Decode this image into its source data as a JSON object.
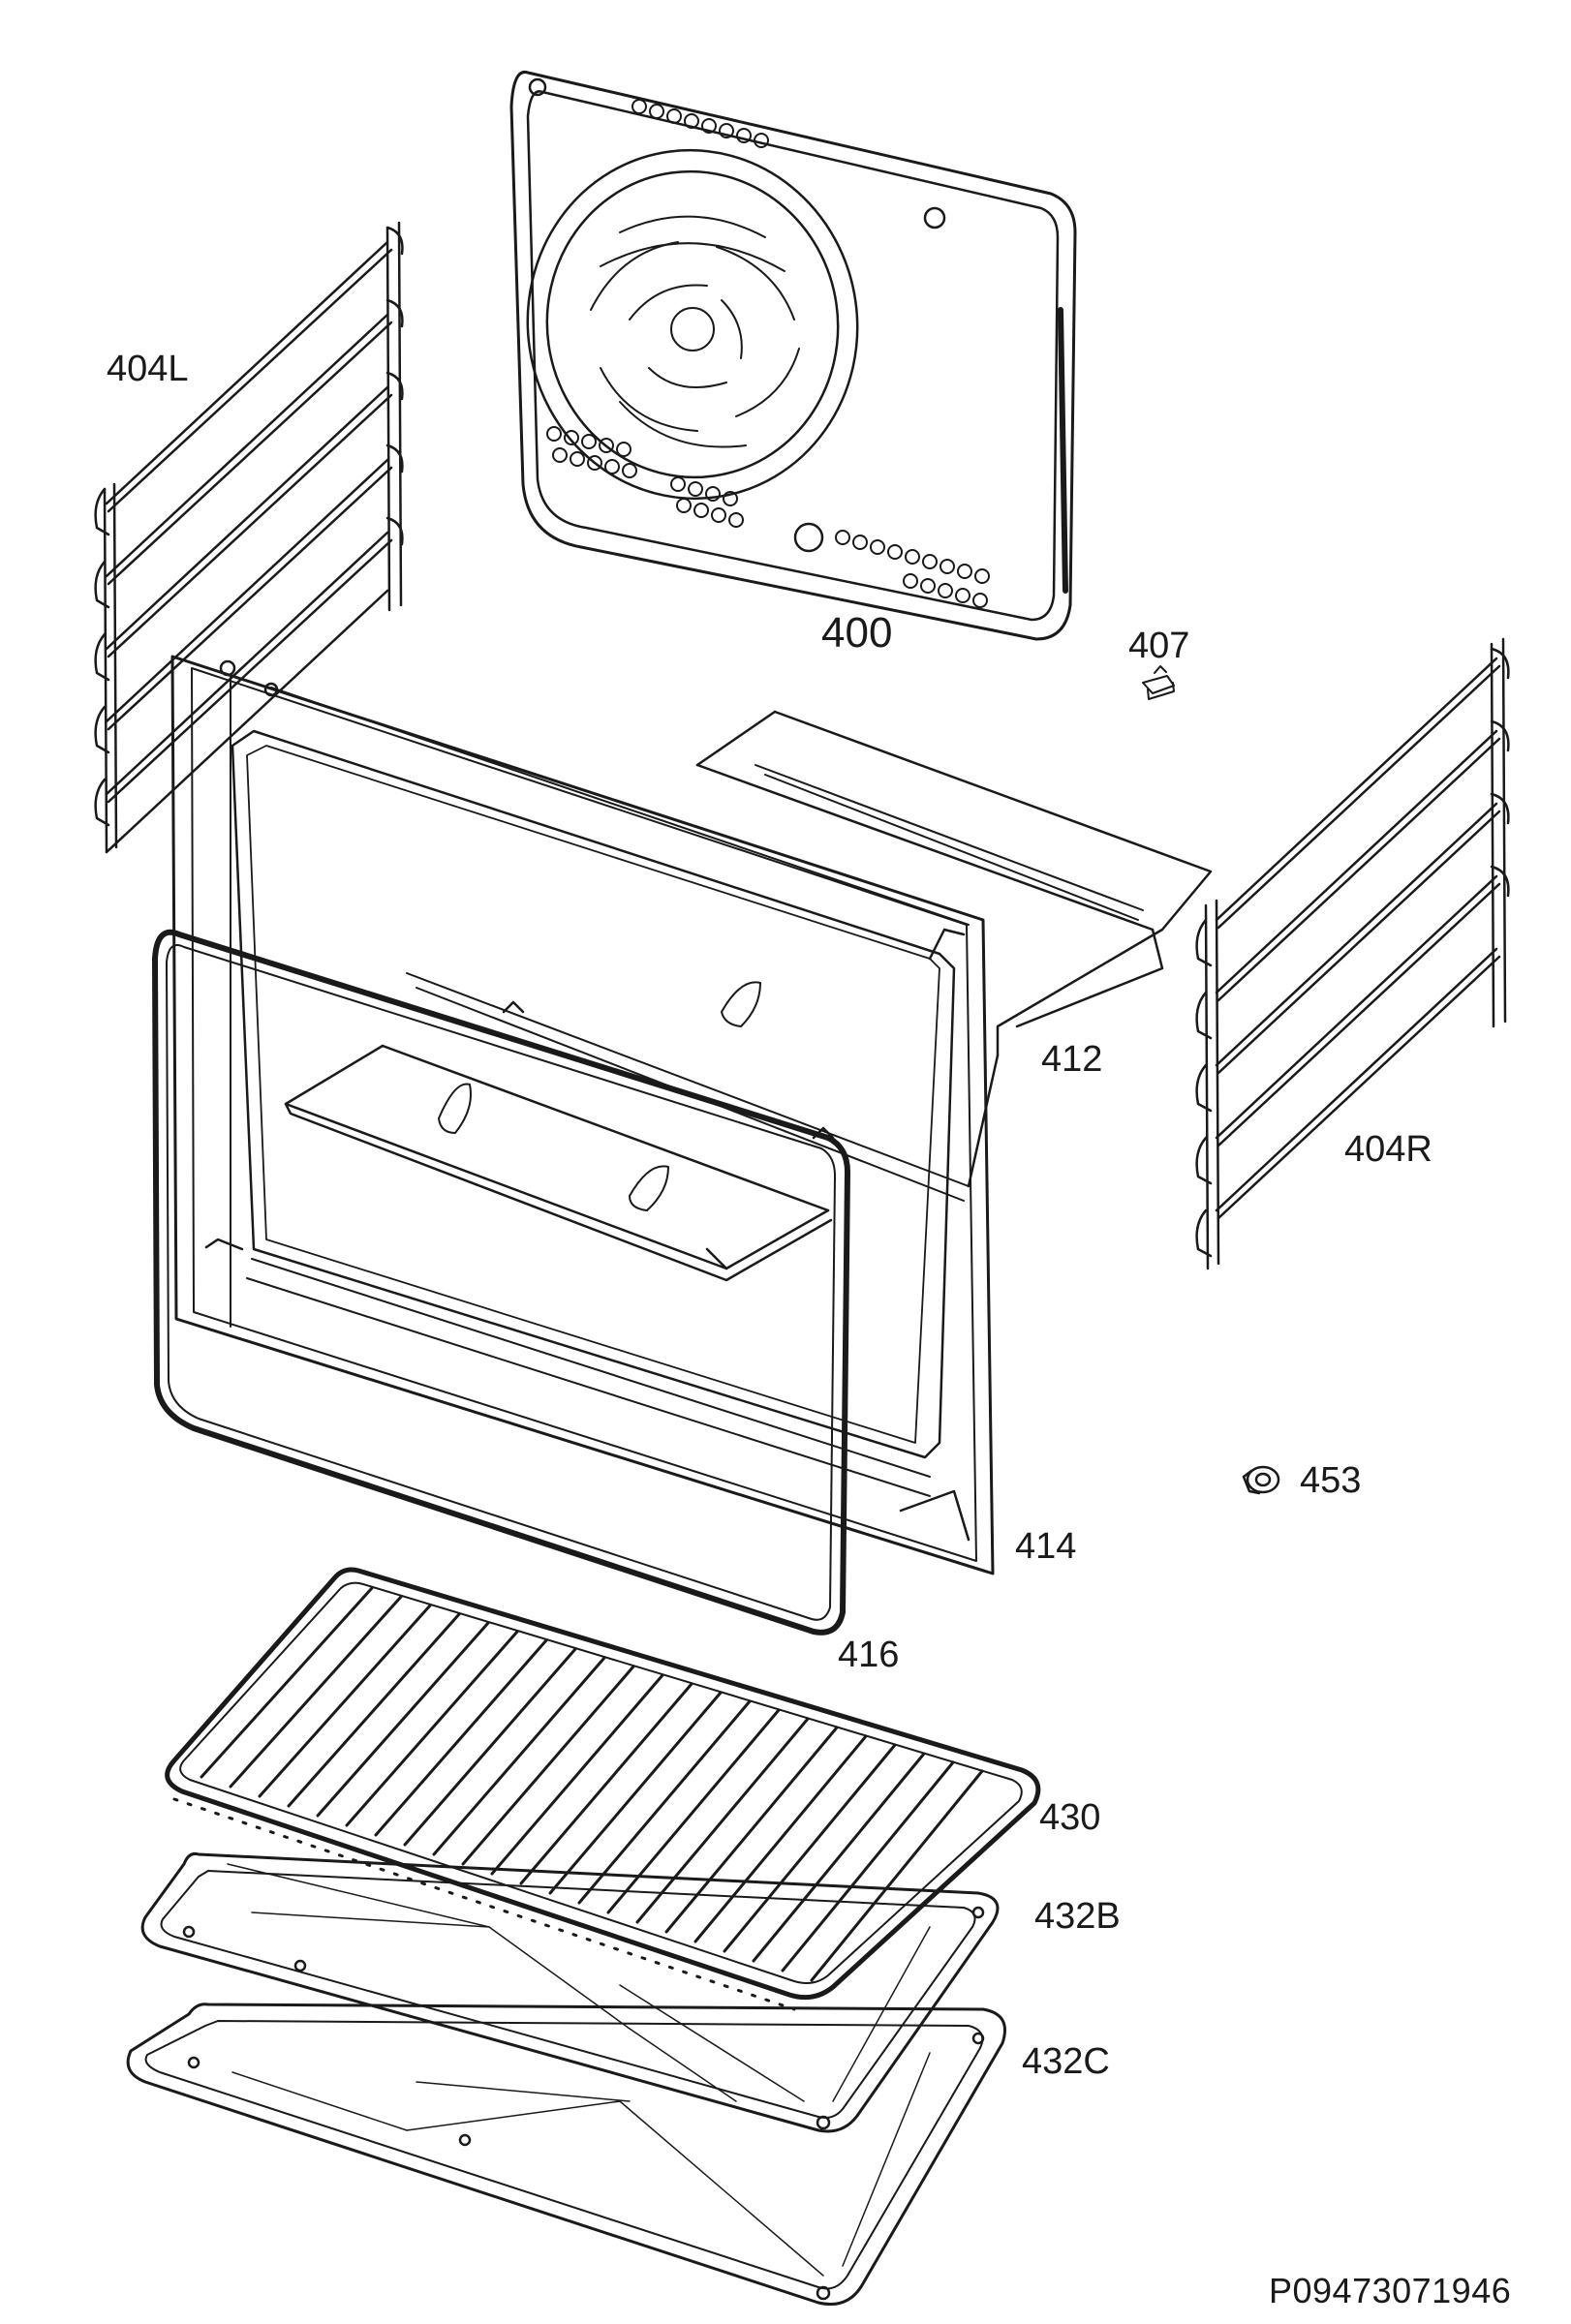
{
  "labels": {
    "p400": "400",
    "p404L": "404L",
    "p404R": "404R",
    "p407": "407",
    "p412": "412",
    "p414": "414",
    "p416": "416",
    "p430": "430",
    "p432B": "432B",
    "p432C": "432C",
    "p453": "453"
  },
  "diagram_code": "P09473071946",
  "colors": {
    "line": "#1a1a1a",
    "background": "#ffffff"
  }
}
